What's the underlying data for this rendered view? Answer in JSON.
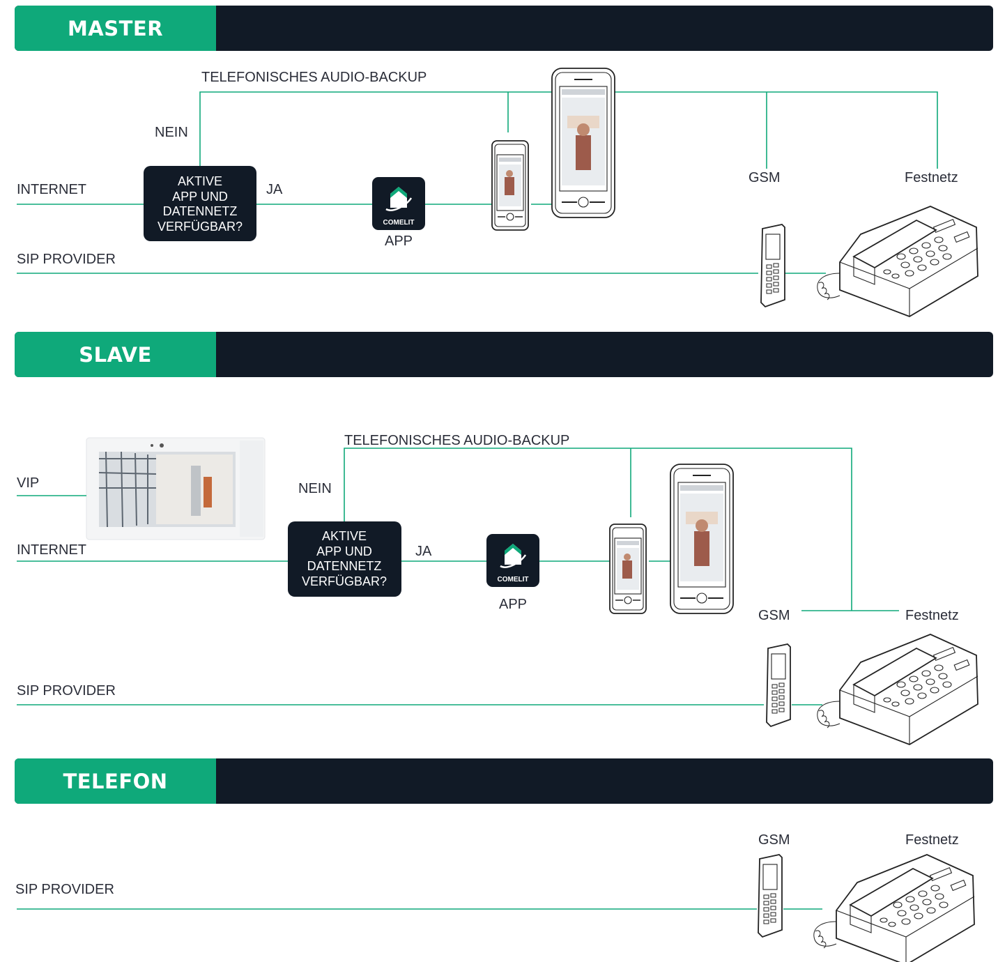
{
  "colors": {
    "accent": "#0fa97a",
    "bar": "#111a26",
    "line": "#0fa97a"
  },
  "sections": {
    "master": {
      "title": "MASTER",
      "audio_backup": "TELEFONISCHES AUDIO-BACKUP",
      "no": "NEIN",
      "yes": "JA",
      "internet": "INTERNET",
      "sip": "SIP PROVIDER",
      "decision": [
        "AKTIVE",
        "APP UND",
        "DATENNETZ",
        "VERFÜGBAR?"
      ],
      "app_label": "APP",
      "app_brand": "COMELIT",
      "gsm": "GSM",
      "landline": "Festnetz"
    },
    "slave": {
      "title": "SLAVE",
      "audio_backup": "TELEFONISCHES AUDIO-BACKUP",
      "no": "NEIN",
      "yes": "JA",
      "vip": "VIP",
      "internet": "INTERNET",
      "sip": "SIP PROVIDER",
      "decision": [
        "AKTIVE",
        "APP UND",
        "DATENNETZ",
        "VERFÜGBAR?"
      ],
      "app_label": "APP",
      "app_brand": "COMELIT",
      "gsm": "GSM",
      "landline": "Festnetz"
    },
    "telefon": {
      "title": "TELEFON",
      "sip": "SIP PROVIDER",
      "gsm": "GSM",
      "landline": "Festnetz"
    }
  },
  "icons": [
    "smartphone-icon",
    "tablet-icon",
    "comelit-app-icon",
    "mobile-phone-icon",
    "desk-phone-icon",
    "video-monitor-icon"
  ]
}
